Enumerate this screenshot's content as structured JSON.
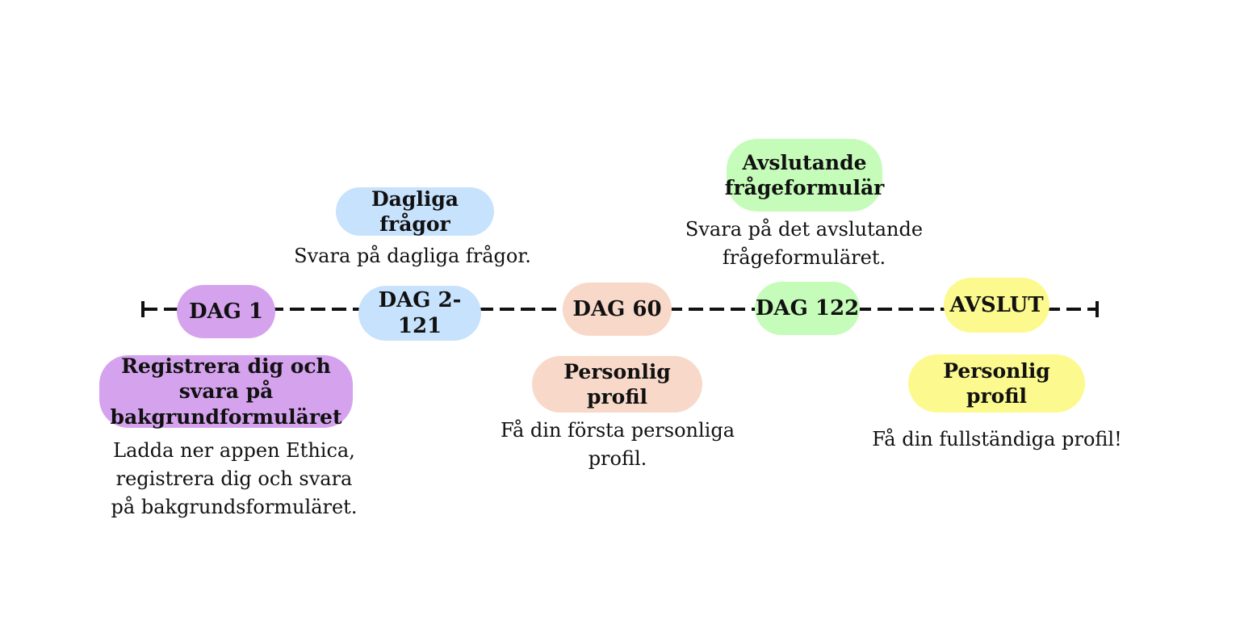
{
  "colors": {
    "purple": "#d5a3ed",
    "blue": "#c7e2fc",
    "peach": "#f8d9c9",
    "green": "#c5fcba",
    "yellow": "#fcfa8e",
    "line": "#111111"
  },
  "timeline": {
    "day1": {
      "label": "DAG 1",
      "title": "Registrera dig och svara på bakgrundformuläret",
      "desc": "Ladda ner appen Ethica, registrera dig och svara på bakgrundsformuläret."
    },
    "day2_121": {
      "label": "DAG 2-121",
      "title": "Dagliga frågor",
      "desc": "Svara på dagliga frågor."
    },
    "day60": {
      "label": "DAG 60",
      "title": "Personlig profil",
      "desc": "Få din första personliga profil."
    },
    "day122": {
      "label": "DAG 122",
      "title": "Avslutande frågeformulär",
      "desc": "Svara på det avslutande frågeformuläret."
    },
    "end": {
      "label": "AVSLUT",
      "title": "Personlig profil",
      "desc": "Få din fullständiga profil!"
    }
  }
}
